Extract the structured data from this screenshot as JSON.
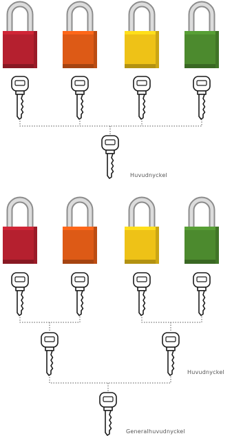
{
  "labels": {
    "master_key_1": "Huvudnyckel",
    "master_key_2": "Huvudnyckel",
    "grand_master_key": "Generalhuvudnyckel"
  },
  "colors": {
    "red": "#b5202f",
    "orange": "#dd5a16",
    "yellow": "#eec217",
    "green": "#4c8a2e",
    "shackle": "#c8c8c8",
    "key_outline": "#1a1a1a",
    "connector": "#555555"
  },
  "icons": {
    "padlock": "padlock-icon",
    "key": "key-icon"
  },
  "groups": [
    {
      "padlocks": [
        "red",
        "orange",
        "yellow",
        "green"
      ],
      "master_keys": 1
    },
    {
      "padlocks": [
        "red",
        "orange",
        "yellow",
        "green"
      ],
      "master_keys": 2,
      "grand_master_keys": 1
    }
  ]
}
